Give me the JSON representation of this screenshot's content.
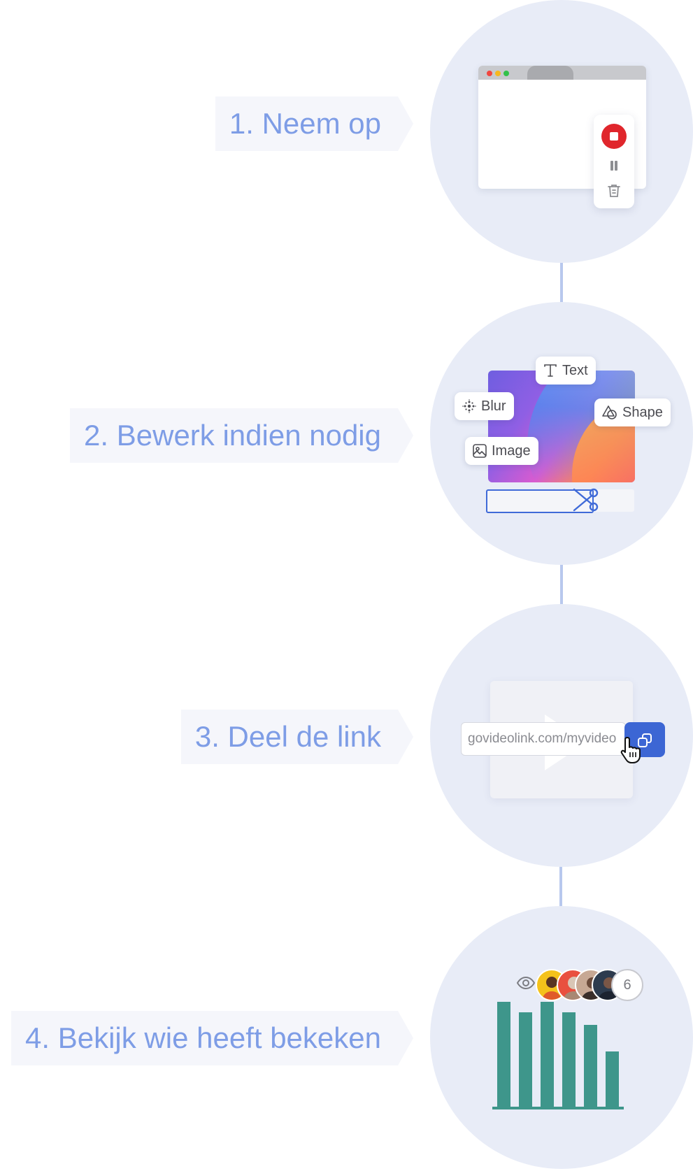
{
  "steps": [
    {
      "label": "1. Neem op"
    },
    {
      "label": "2. Bewerk indien nodig"
    },
    {
      "label": "3. Deel de link"
    },
    {
      "label": "4. Bekijk wie heeft bekeken"
    }
  ],
  "record_controls": {
    "icons": [
      "stop-record-icon",
      "pause-icon",
      "trash-icon"
    ],
    "record_color": "#e0262c"
  },
  "editor": {
    "tools": [
      "Text",
      "Blur",
      "Shape",
      "Image"
    ]
  },
  "share": {
    "link": "govideolink.com/myvideo",
    "button_color": "#3c66d4"
  },
  "viewers": {
    "count": "6",
    "avatar_colors": [
      "#f4c21b",
      "#e9503f",
      "#c7a894",
      "#2d3b4e"
    ],
    "chart_data": {
      "type": "bar",
      "values": [
        100,
        90,
        100,
        90,
        78,
        53
      ],
      "ylim": [
        0,
        100
      ],
      "color": "#3e968b"
    }
  },
  "colors": {
    "circle": "#e8ecf7",
    "label_text": "#7e9de6",
    "connector": "#b8c8ee"
  }
}
